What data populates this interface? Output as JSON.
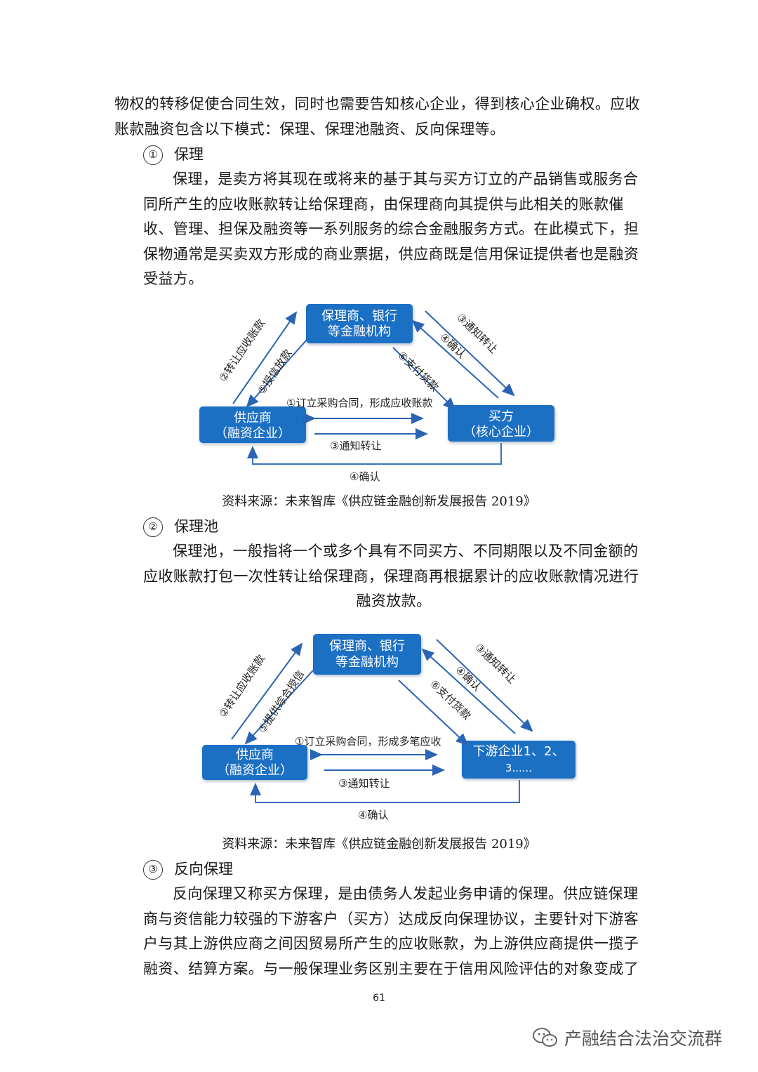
{
  "intro": {
    "lines": [
      "物权的转移促使合同生效，同时也需要告知核心企业，得到核心企业确权。应收",
      "账款融资包含以下模式：保理、保理池融资、反向保理等。"
    ]
  },
  "section1": {
    "number": "①",
    "title": "保理",
    "lines": [
      "保理，是卖方将其现在或将来的基于其与买方订立的产品销售或服务合",
      "同所产生的应收账款转让给保理商，由保理商向其提供与此相关的账款催",
      "收、管理、担保及融资等一系列服务的综合金融服务方式。在此模式下，担",
      "保物通常是买卖双方形成的商业票据，供应商既是信用保证提供者也是融资",
      "受益方。"
    ],
    "diagram": {
      "top_box": [
        "保理商、银行",
        "等金融机构"
      ],
      "left_box": [
        "供应商",
        "（融资企业）"
      ],
      "right_box": [
        "买方",
        "（核心企业）"
      ],
      "flow_transfer": "②转让应收账款",
      "flow_credit": "⑤授信放款",
      "flow_notify_top": "③通知转让",
      "flow_confirm_top": "④确认",
      "flow_pay": "⑥支付货款",
      "flow_contract": "①订立采购合同，形成应收账款",
      "flow_notify_mid": "③通知转让",
      "flow_confirm_bottom": "④确认"
    },
    "caption": "资料来源：未来智库《供应链金融创新发展报告 2019》"
  },
  "section2": {
    "number": "②",
    "title": "保理池",
    "lines": [
      "保理池，一般指将一个或多个具有不同买方、不同期限以及不同金额的",
      "应收账款打包一次性转让给保理商，保理商再根据累计的应收账款情况进行"
    ],
    "last_line": "融资放款。",
    "diagram": {
      "top_box": [
        "保理商、银行",
        "等金融机构"
      ],
      "left_box": [
        "供应商",
        "（融资企业）"
      ],
      "right_box": [
        "下游企业1、2、",
        "3......"
      ],
      "flow_transfer": "②转让应收账款",
      "flow_credit": "⑤提供综合授信",
      "flow_notify_top": "③通知转让",
      "flow_confirm_top": "④确认",
      "flow_pay": "⑥支付货款",
      "flow_contract": "①订立采购合同，形成多笔应收",
      "flow_notify_mid": "③通知转让",
      "flow_confirm_bottom": "④确认"
    },
    "caption": "资料来源：未来智库《供应链金融创新发展报告 2019》"
  },
  "section3": {
    "number": "③",
    "title": "反向保理",
    "lines": [
      "反向保理又称买方保理，是由债务人发起业务申请的保理。供应链保理",
      "商与资信能力较强的下游客户（买方）达成反向保理协议，主要针对下游客",
      "户与其上游供应商之间因贸易所产生的应收账款，为上游供应商提供一揽子",
      "融资、结算方案。与一般保理业务区别主要在于信用风险评估的对象变成了"
    ]
  },
  "page_number": "61",
  "watermark": {
    "icon": "wechat-icon",
    "text": "产融结合法治交流群"
  },
  "colors": {
    "box_blue": "#1e6fc4",
    "arrow_blue": "#2a64b4",
    "line_blue": "#3a72c0"
  }
}
